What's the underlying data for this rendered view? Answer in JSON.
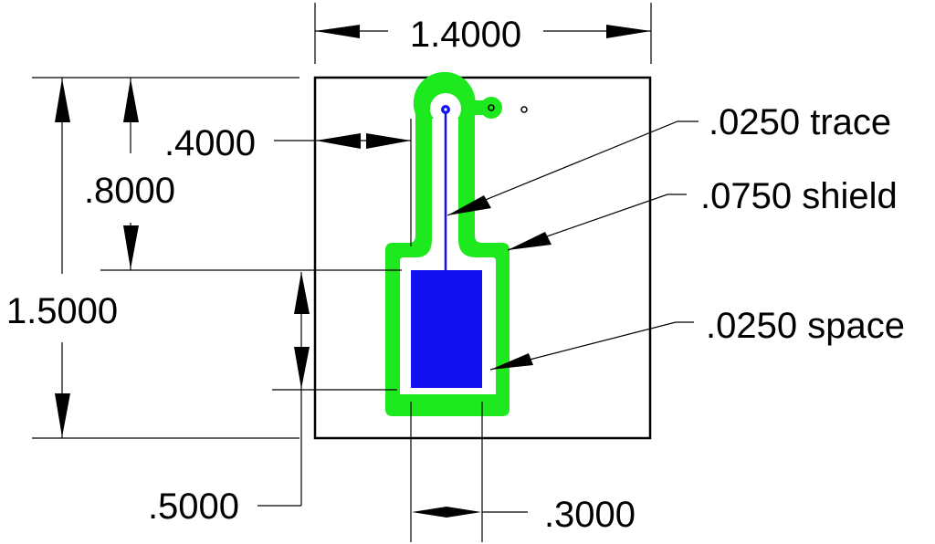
{
  "drawing": {
    "colors": {
      "shield": "#1ee81e",
      "trace": "#1010f0",
      "line": "#000000",
      "background": "#ffffff"
    },
    "dimensions": {
      "overall_width": "1.4000",
      "overall_height": "1.5000",
      "trace_offset_left": ".4000",
      "neck_height": ".8000",
      "pad_height": ".5000",
      "pad_width": ".3000"
    },
    "callouts": {
      "trace": ".0250 trace",
      "shield": ".0750 shield",
      "space": ".0250 space"
    }
  }
}
